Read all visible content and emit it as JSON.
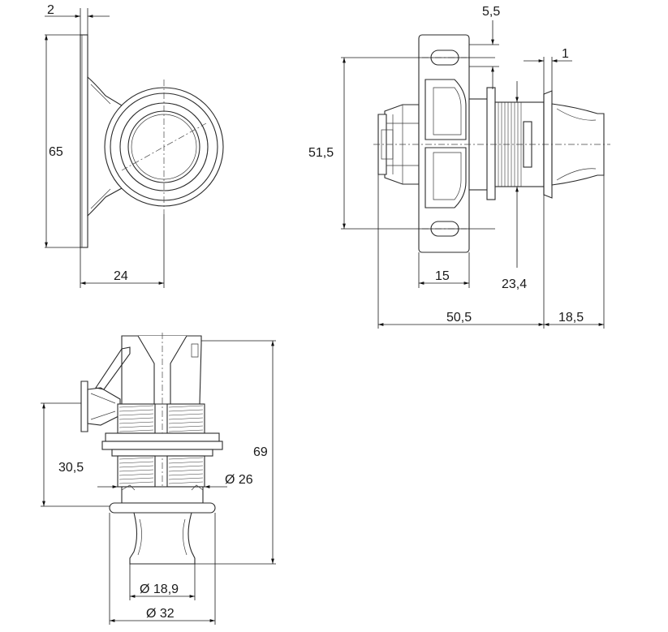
{
  "dimensions": {
    "front_flange_thickness": "2",
    "front_height": "65",
    "front_depth": "24",
    "top_small": "5,5",
    "top_gap": "1",
    "top_slot_spacing": "51,5",
    "top_plate_width": "15",
    "top_thread": "23,4",
    "top_body_length": "50,5",
    "top_knob_length": "18,5",
    "side_height": "30,5",
    "side_total": "69",
    "side_thread_dia": "Ø 26",
    "side_knob_dia": "Ø 18,9",
    "side_flange_dia": "Ø 32"
  }
}
